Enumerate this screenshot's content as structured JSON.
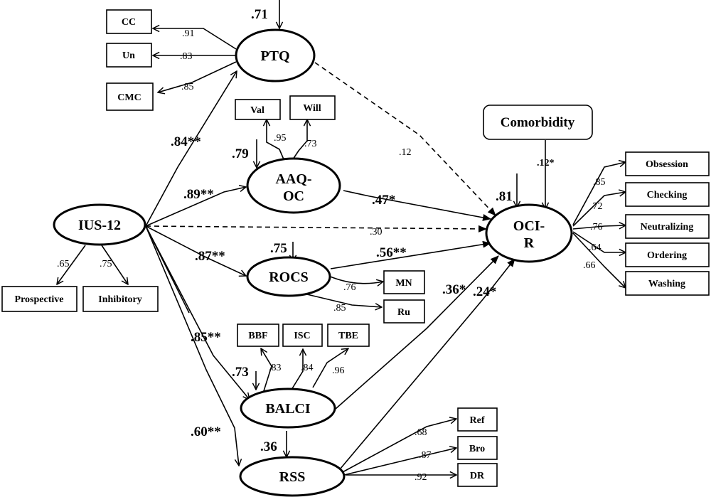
{
  "nodes": {
    "ptq": "PTQ",
    "aaq_1": "AAQ-",
    "aaq_2": "OC",
    "ius": "IUS-12",
    "rocs": "ROCS",
    "balci": "BALCI",
    "rss": "RSS",
    "ocir_1": "OCI-",
    "ocir_2": "R",
    "comorbidity": "Comorbidity",
    "cc": "CC",
    "un": "Un",
    "cmc": "CMC",
    "val": "Val",
    "will": "Will",
    "prospective": "Prospective",
    "inhibitory": "Inhibitory",
    "mn": "MN",
    "ru": "Ru",
    "bbf": "BBF",
    "isc": "ISC",
    "tbe": "TBE",
    "ref": "Ref",
    "bro": "Bro",
    "dr": "DR",
    "obsession": "Obsession",
    "checking": "Checking",
    "neutralizing": "Neutralizing",
    "ordering": "Ordering",
    "washing": "Washing"
  },
  "weights": {
    "ptq_error": ".71",
    "cc": ".91",
    "un": ".83",
    "cmc": ".85",
    "ius_ptq": ".84**",
    "ius_aaq": ".89**",
    "ius_rocs": ".87**",
    "ius_balci": ".85**",
    "ius_rss": ".60**",
    "ptq_ocir": ".12",
    "aaq_error": ".79",
    "val": ".95",
    "will": ".73",
    "aaq_ocir": ".47*",
    "ius_ocir": ".30",
    "rocs_error": ".75",
    "rocs_ocir": ".56**",
    "mn": ".76",
    "ru": ".85",
    "balci_ocir": ".36*",
    "rss_ocir": ".24*",
    "balci_error": ".73",
    "bbf": ".83",
    "isc": ".84",
    "tbe": ".96",
    "rss_error": ".36",
    "ref": ".68",
    "bro": ".87",
    "dr": ".92",
    "prospective": ".65",
    "inhibitory": ".75",
    "comorbidity": ".12*",
    "ocir_error": ".81",
    "obsession": ".85",
    "checking": ".72",
    "neutralizing": ".76",
    "ordering": ".64",
    "washing": ".66"
  }
}
